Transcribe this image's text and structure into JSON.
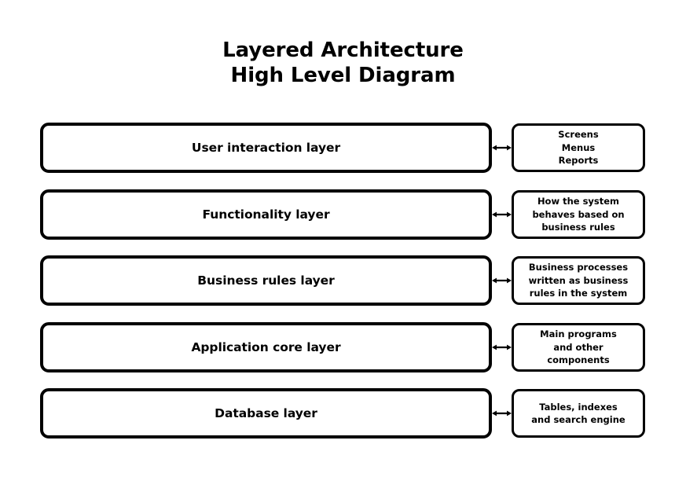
{
  "title": {
    "line1": "Layered Architecture",
    "line2": "High Level Diagram"
  },
  "colors": {
    "background": "#ffffff",
    "stroke": "#000000",
    "text": "#000000"
  },
  "diagram": {
    "type": "layered-architecture",
    "orientation": "vertical-stack",
    "connector_symbol": "double-headed-arrow",
    "layers": [
      {
        "name": "User interaction layer",
        "note_lines": [
          "Screens",
          "Menus",
          "Reports"
        ]
      },
      {
        "name": "Functionality layer",
        "note_lines": [
          "How the system",
          "behaves based on",
          "business rules"
        ]
      },
      {
        "name": "Business rules layer",
        "note_lines": [
          "Business processes",
          "written as business",
          "rules in the system"
        ]
      },
      {
        "name": "Application core layer",
        "note_lines": [
          "Main programs",
          "and other",
          "components"
        ]
      },
      {
        "name": "Database layer",
        "note_lines": [
          "Tables, indexes",
          "and search engine"
        ]
      }
    ]
  }
}
